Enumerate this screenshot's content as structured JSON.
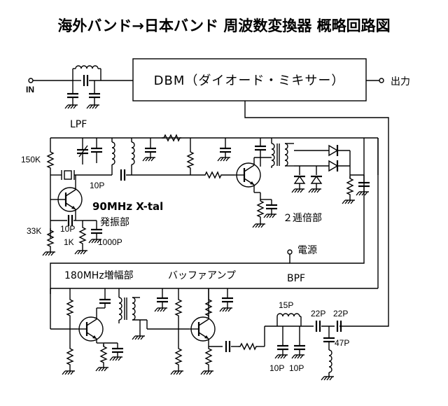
{
  "title": "海外バンド→日本バンド 周波数変換器 概略回路図",
  "blocks": {
    "dbm": "DBM（ダイオード・ミキサー）",
    "output": "出力",
    "input": "IN",
    "lpf": "LPF",
    "xtal": "90MHz X-tal",
    "oscillator": "発振部",
    "doubler": "２逓倍部",
    "power": "電源",
    "amp180": "180MHz増幅部",
    "buffer_amp": "バッファアンプ",
    "bpf": "BPF"
  },
  "components": {
    "r_150k": "150K",
    "r_33k": "33K",
    "r_1k": "1K",
    "c_10p_a": "10P",
    "c_10p_b": "10P",
    "c_1000p": "1000P",
    "c_15p": "15P",
    "c_22p_a": "22P",
    "c_22p_b": "22P",
    "c_47p": "47P",
    "c_10p_c": "10P",
    "c_10p_d": "10P"
  }
}
